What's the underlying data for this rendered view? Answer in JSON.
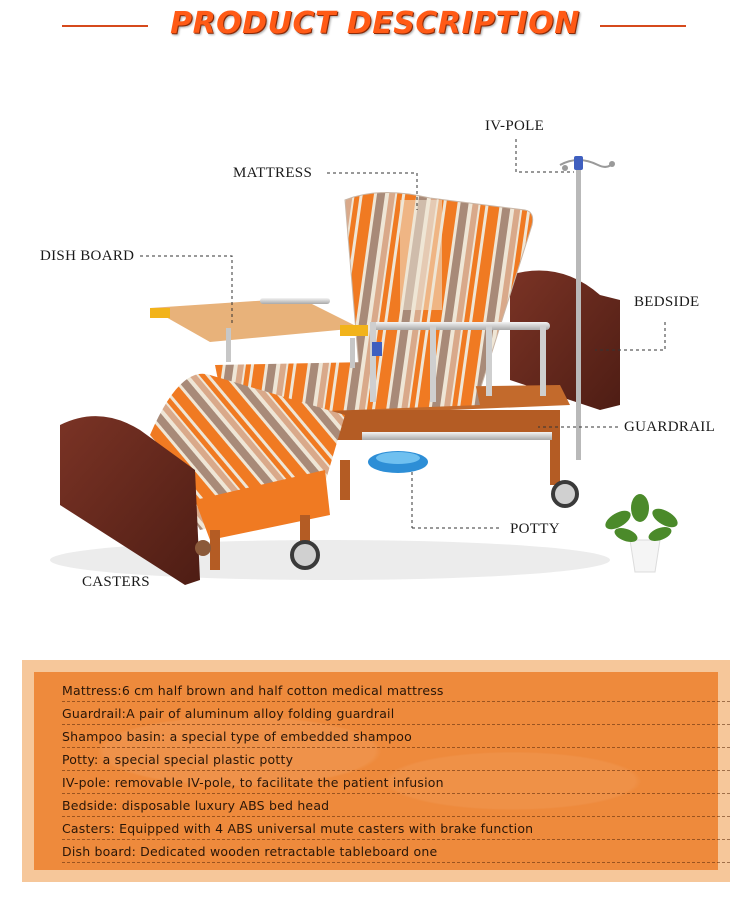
{
  "header": {
    "title": "PRODUCT DESCRIPTION"
  },
  "callouts": {
    "iv_pole": "IV-POLE",
    "mattress": "MATTRESS",
    "dish_board": "DISH BOARD",
    "bedside": "BEDSIDE",
    "guardrail": "GUARDRAIL",
    "potty": "POTTY",
    "casters": "CASTERS"
  },
  "specs": [
    "Mattress:6 cm half brown and half cotton medical mattress",
    "Guardrail:A pair of aluminum alloy folding guardrail",
    "Shampoo basin: a special type of embedded shampoo",
    "Potty: a special special plastic potty",
    "IV-pole: removable IV-pole, to facilitate the patient infusion",
    "Bedside: disposable luxury ABS bed head",
    "Casters: Equipped with 4 ABS universal mute casters with brake function",
    "Dish board: Dedicated wooden retractable tableboard one"
  ],
  "colors": {
    "title": "#ff5a16",
    "panel_outer": "#f6c79a",
    "panel_inner": "#ee8a3c",
    "wood": "#6b2a1e",
    "stripe_orange": "#f07a22",
    "stripe_brown": "#a88a78",
    "stripe_cream": "#efe6d6"
  }
}
